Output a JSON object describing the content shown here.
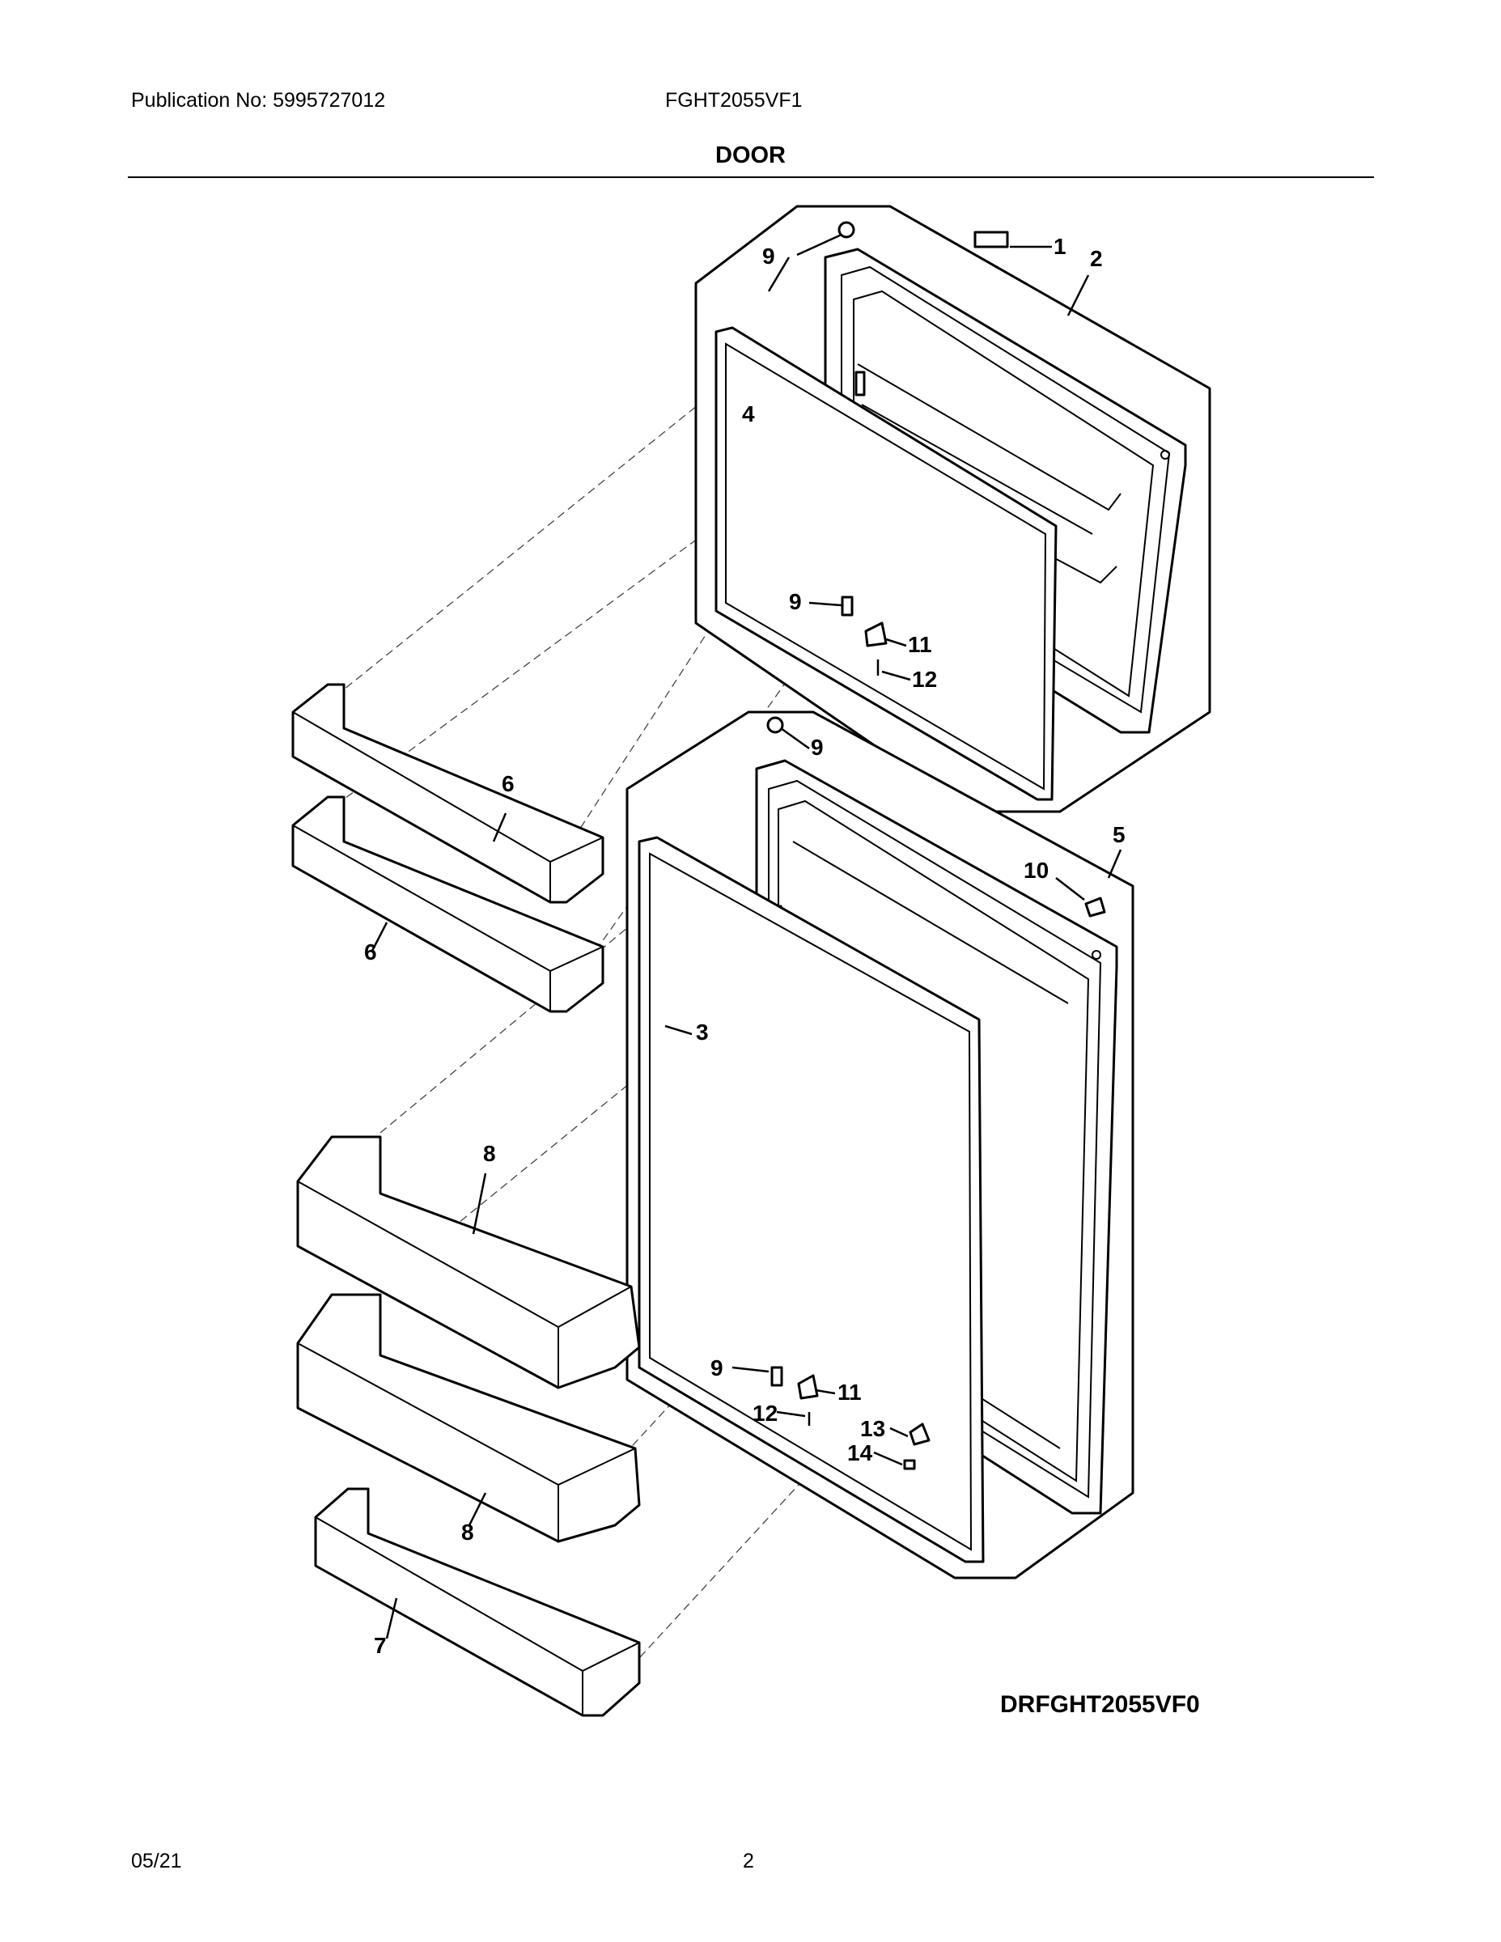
{
  "header": {
    "publication": "Publication No: 5995727012",
    "model": "FGHT2055VF1",
    "section_title": "DOOR"
  },
  "diagram": {
    "drawing_code": "DRFGHT2055VF0",
    "callouts": {
      "c1": "1",
      "c2": "2",
      "c4": "4",
      "c9a": "9",
      "c9b": "9",
      "c11a": "11",
      "c12a": "12",
      "c9c": "9",
      "c5": "5",
      "c10": "10",
      "c6a": "6",
      "c6b": "6",
      "c3": "3",
      "c8a": "8",
      "c9d": "9",
      "c11b": "11",
      "c12b": "12",
      "c13": "13",
      "c14": "14",
      "c8b": "8",
      "c7": "7"
    }
  },
  "footer": {
    "date": "05/21",
    "page": "2"
  }
}
